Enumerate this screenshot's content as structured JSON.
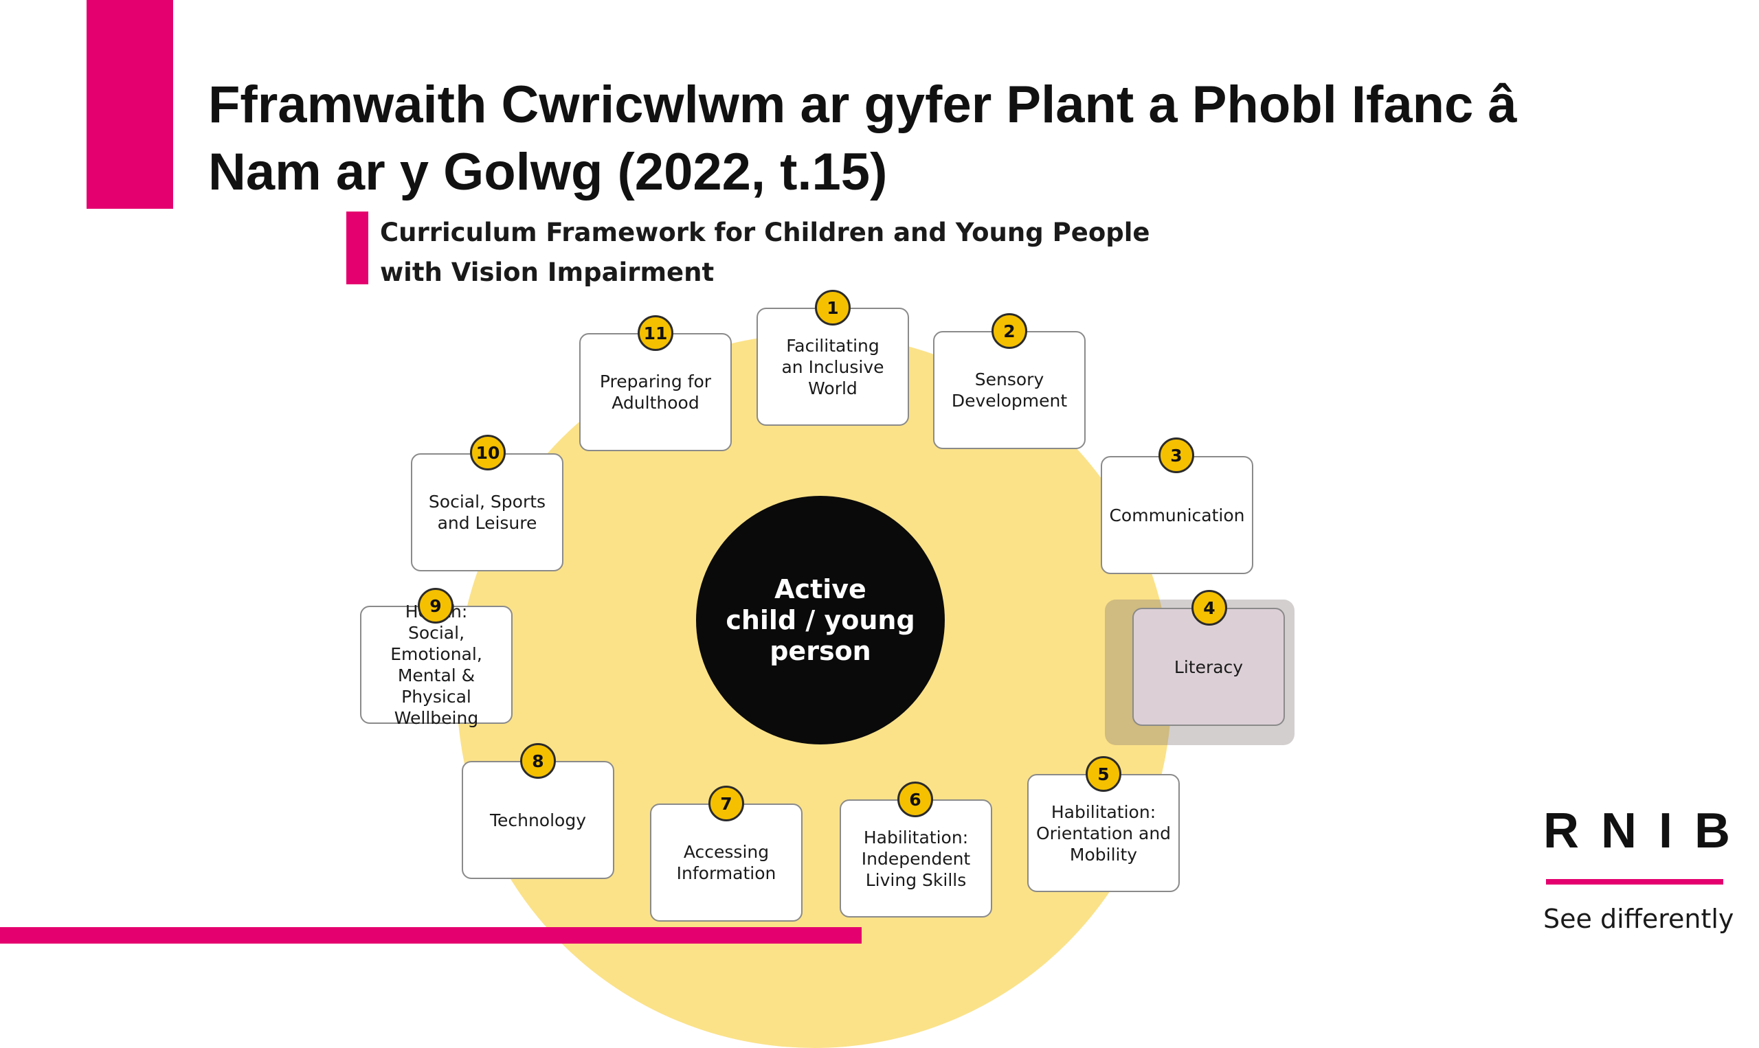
{
  "slide": {
    "title_lines": [
      "Fframwaith Cwricwlwm ar gyfer Plant a Phobl Ifanc â",
      "Nam ar y Golwg (2022, t.15)"
    ]
  },
  "diagram": {
    "subtitle_lines": [
      "Curriculum Framework for Children and Young People",
      "with Vision Impairment"
    ],
    "center_label": "Active\nchild / young\nperson",
    "highlighted_area": "4",
    "areas": [
      {
        "number": "1",
        "label": "Facilitating\nan Inclusive\nWorld"
      },
      {
        "number": "2",
        "label": "Sensory\nDevelopment"
      },
      {
        "number": "3",
        "label": "Communication"
      },
      {
        "number": "4",
        "label": "Literacy"
      },
      {
        "number": "5",
        "label": "Habilitation:\nOrientation and\nMobility"
      },
      {
        "number": "6",
        "label": "Habilitation:\nIndependent\nLiving Skills"
      },
      {
        "number": "7",
        "label": "Accessing\nInformation"
      },
      {
        "number": "8",
        "label": "Technology"
      },
      {
        "number": "9",
        "label": "Health:\nSocial, Emotional,\nMental & Physical\nWellbeing"
      },
      {
        "number": "10",
        "label": "Social, Sports\nand Leisure"
      },
      {
        "number": "11",
        "label": "Preparing for\nAdulthood"
      }
    ]
  },
  "branding": {
    "logo_text": "RNIB",
    "tagline": "See differently"
  },
  "colors": {
    "accent": "#e4006e",
    "circle_fill": "#fbe289",
    "badge_fill": "#f5c000",
    "center_fill": "#0a0a0a",
    "highlight_fill": "#dcd0d6"
  }
}
